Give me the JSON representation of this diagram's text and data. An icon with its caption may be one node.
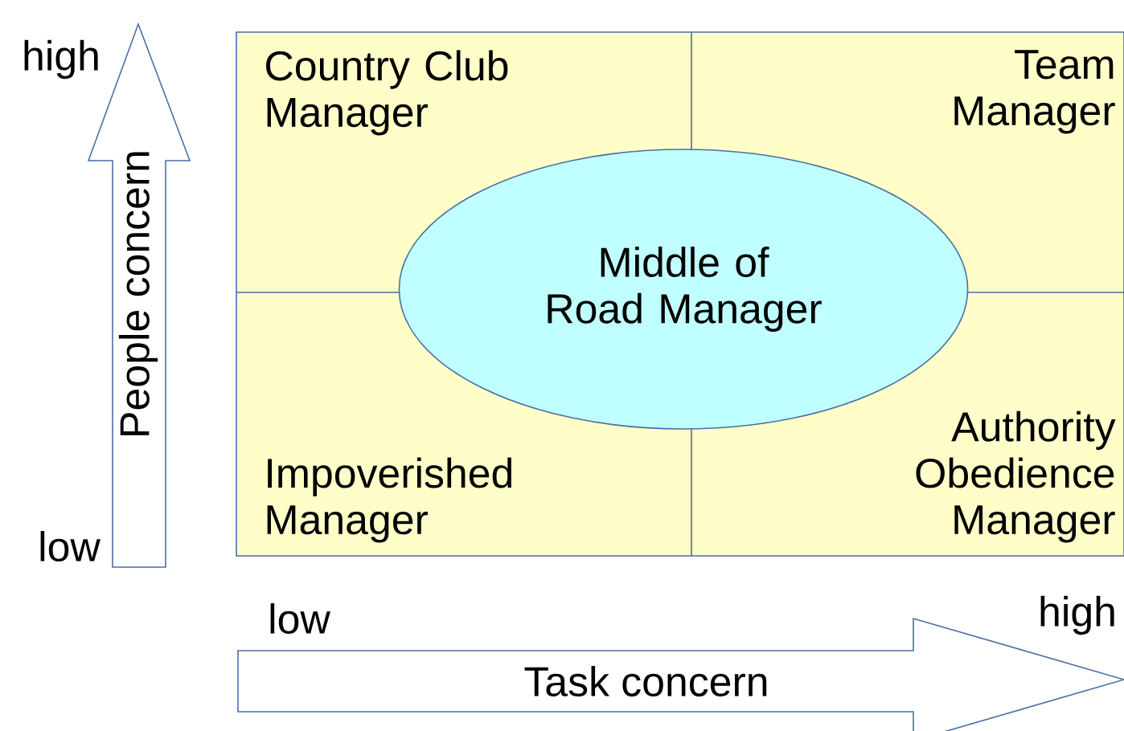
{
  "diagram": {
    "nodes": [
      {
        "text": [
          "Country Club Manager"
        ]
      },
      {
        "text": [
          "Team Manager"
        ]
      },
      {
        "text": [
          "Middle of Road Manager"
        ]
      },
      {
        "text": [
          "Impoverished Manager"
        ]
      },
      {
        "text": [
          "Authority Obedience Manager"
        ]
      },
      {
        "text": [
          "People concern"
        ]
      },
      {
        "text": [
          "Task concern"
        ]
      }
    ],
    "labels": [
      "high",
      "low",
      "low",
      "high"
    ]
  }
}
